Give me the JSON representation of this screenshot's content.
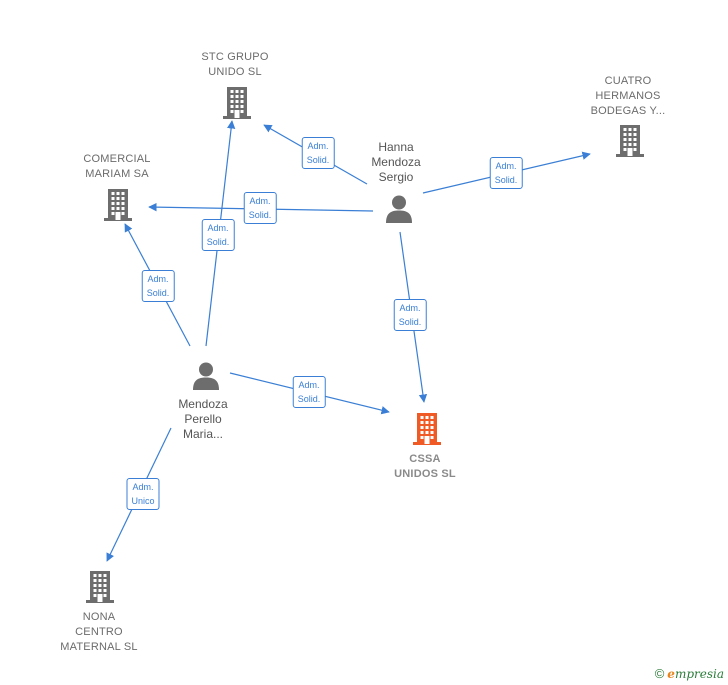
{
  "nodes": [
    {
      "id": "stc",
      "type": "company",
      "lines": [
        "STC GRUPO",
        "UNIDO  SL"
      ],
      "highlight": false
    },
    {
      "id": "cuatro",
      "type": "company",
      "lines": [
        "CUATRO",
        "HERMANOS",
        "BODEGAS Y..."
      ],
      "highlight": false
    },
    {
      "id": "comercial",
      "type": "company",
      "lines": [
        "COMERCIAL",
        "MARIAM SA"
      ],
      "highlight": false
    },
    {
      "id": "hanna",
      "type": "person",
      "lines": [
        "Hanna",
        "Mendoza",
        "Sergio"
      ],
      "highlight": false
    },
    {
      "id": "mendoza",
      "type": "person",
      "lines": [
        "Mendoza",
        "Perello",
        "Maria..."
      ],
      "highlight": false
    },
    {
      "id": "cssa",
      "type": "company",
      "lines": [
        "CSSA",
        "UNIDOS  SL"
      ],
      "highlight": true
    },
    {
      "id": "nona",
      "type": "company",
      "lines": [
        "NONA",
        "CENTRO",
        "MATERNAL  SL"
      ],
      "highlight": false
    }
  ],
  "edges": [
    {
      "from": "hanna",
      "to": "stc",
      "lines": [
        "Adm.",
        "Solid."
      ]
    },
    {
      "from": "hanna",
      "to": "cuatro",
      "lines": [
        "Adm.",
        "Solid."
      ]
    },
    {
      "from": "hanna",
      "to": "comercial",
      "lines": [
        "Adm.",
        "Solid."
      ]
    },
    {
      "from": "hanna",
      "to": "cssa",
      "lines": [
        "Adm.",
        "Solid."
      ]
    },
    {
      "from": "mendoza",
      "to": "stc",
      "lines": [
        "Adm.",
        "Solid."
      ]
    },
    {
      "from": "mendoza",
      "to": "comercial",
      "lines": [
        "Adm.",
        "Solid."
      ]
    },
    {
      "from": "mendoza",
      "to": "cssa",
      "lines": [
        "Adm.",
        "Solid."
      ]
    },
    {
      "from": "mendoza",
      "to": "nona",
      "lines": [
        "Adm.",
        "Unico"
      ]
    }
  ],
  "colors": {
    "edge": "#3a7fd5",
    "company": "#6d6d6d",
    "company_highlight": "#f05a24",
    "person": "#6d6d6d"
  },
  "footer": {
    "copyright": "©",
    "brand_initial": "e",
    "brand_rest": "mpresia"
  }
}
